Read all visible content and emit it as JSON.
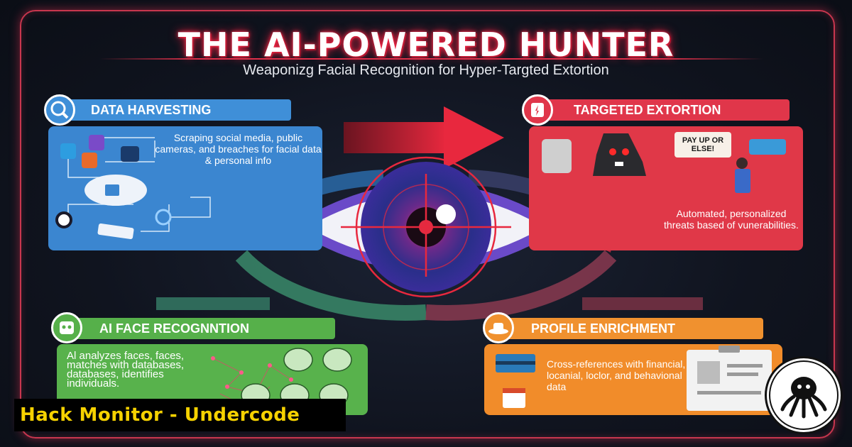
{
  "title": "THE AI-POWERED HUNTER",
  "subtitle": "Weaponizg Facial Recognition for Hyper-Targted Extortion",
  "sections": {
    "harvesting": {
      "heading": "DATA HARVESTING",
      "text": "Scraping social media, public cameras, and breaches for facial data & personal info",
      "color": "#3f8fd8",
      "icon": "search-icon"
    },
    "extortion": {
      "heading": "TARGETED EXTORTION",
      "bubble": "PAY UP OR ELSE!",
      "text": "Automated, personalized threats based of vunerabilities.",
      "color": "#e0364a",
      "icon": "fist-icon"
    },
    "recognition": {
      "heading": "AI FACE RECOGNNTION",
      "text": "Al analyzes faces, faces, matches with databases, databases, identifies individuals.",
      "color": "#56b04a",
      "icon": "robot-icon"
    },
    "enrichment": {
      "heading": "PROFILE ENRICHMENT",
      "text": "Cross-references with financial, locanial, loclor, and behavional data",
      "color": "#f0912f",
      "icon": "hat-icon"
    }
  },
  "banner": "Hack Monitor - Undercode",
  "accent": "#e0304a"
}
